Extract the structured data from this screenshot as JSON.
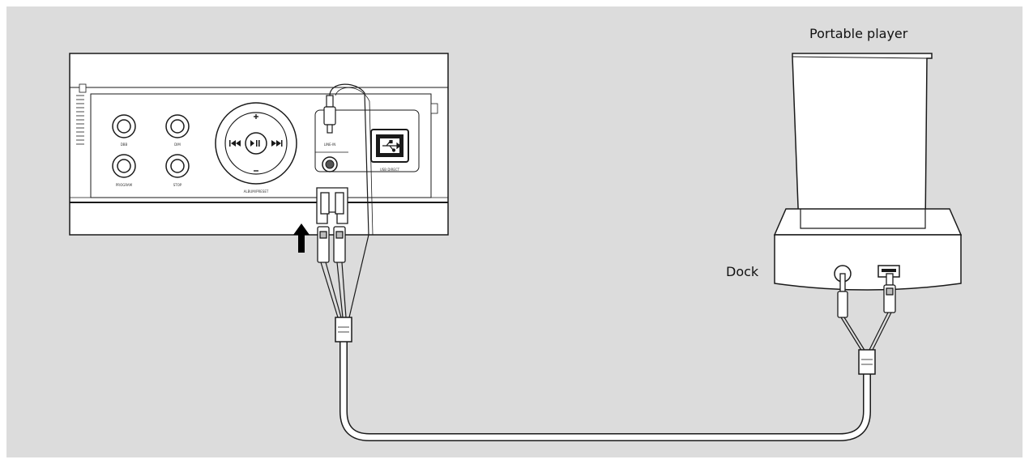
{
  "labels": {
    "portable_player": "Portable player",
    "dock": "Dock"
  },
  "device_panel": {
    "buttons": [
      "DBB",
      "DIM",
      "PROGRAM",
      "STOP"
    ],
    "nav_pad_caption": "ALBUM/PRESET",
    "line_in_caption": "LINE-IN",
    "usb_caption": "USB DIRECT"
  },
  "colors": {
    "background": "#dcdcdc",
    "device_body": "#ffffff",
    "line": "#1a1a1a",
    "cable": "#ffffff"
  },
  "icons": [
    "arrow-up-icon",
    "usb-icon",
    "play-pause-icon",
    "next-icon",
    "previous-icon"
  ]
}
